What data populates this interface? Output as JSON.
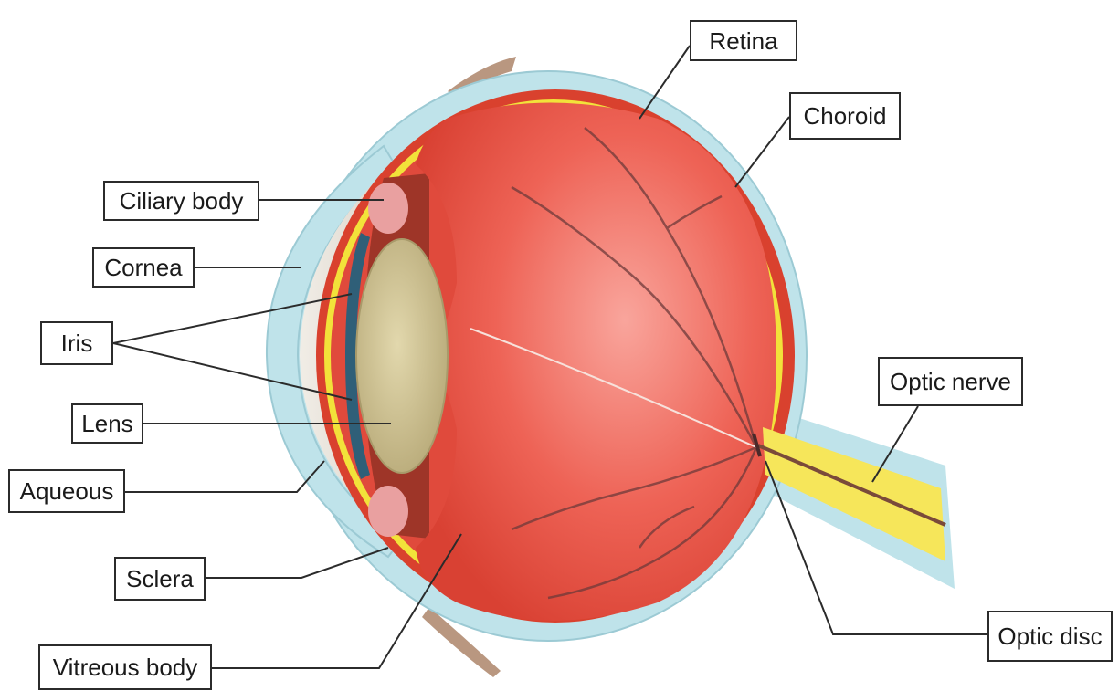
{
  "diagram": {
    "labels": {
      "retina": "Retina",
      "choroid": "Choroid",
      "ciliary_body": "Ciliary body",
      "cornea": "Cornea",
      "iris": "Iris",
      "lens": "Lens",
      "aqueous": "Aqueous",
      "sclera": "Sclera",
      "vitreous_body": "Vitreous body",
      "optic_nerve": "Optic nerve",
      "optic_disc": "Optic disc"
    },
    "colors": {
      "sclera": "#bfe3ea",
      "choroid": "#d9412e",
      "retina": "#f2e23a",
      "vitreous": "#ec5a4e",
      "lens": "#cfc08f",
      "iris": "#2f5f78",
      "optic_nerve": "#f6e65a",
      "leader_line": "#2b2b2b"
    }
  }
}
